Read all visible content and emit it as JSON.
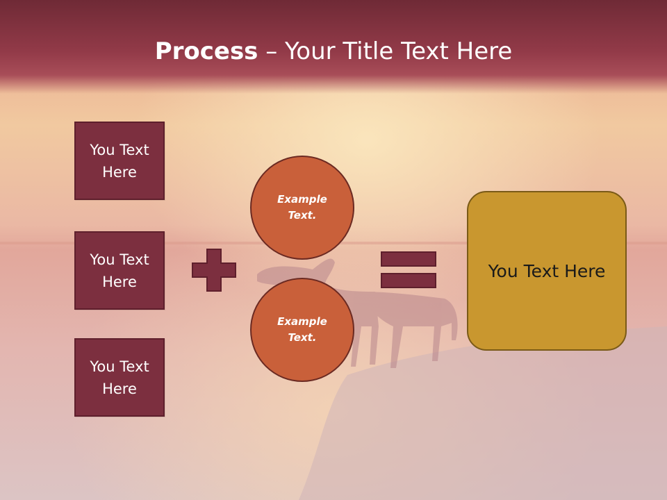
{
  "title": {
    "bold": "Process",
    "rest": " – Your Title Text Here"
  },
  "left_boxes": [
    {
      "label": "You Text Here"
    },
    {
      "label": "You Text Here"
    },
    {
      "label": "You Text Here"
    }
  ],
  "circles": [
    {
      "label": "Example Text."
    },
    {
      "label": "Example Text."
    }
  ],
  "result": {
    "label": "You Text Here"
  },
  "colors": {
    "title_bar": "#923a48",
    "box": "#7c2f3f",
    "operator": "#7c2f3f",
    "circle": "#c9603a",
    "result": "#c9972f"
  }
}
